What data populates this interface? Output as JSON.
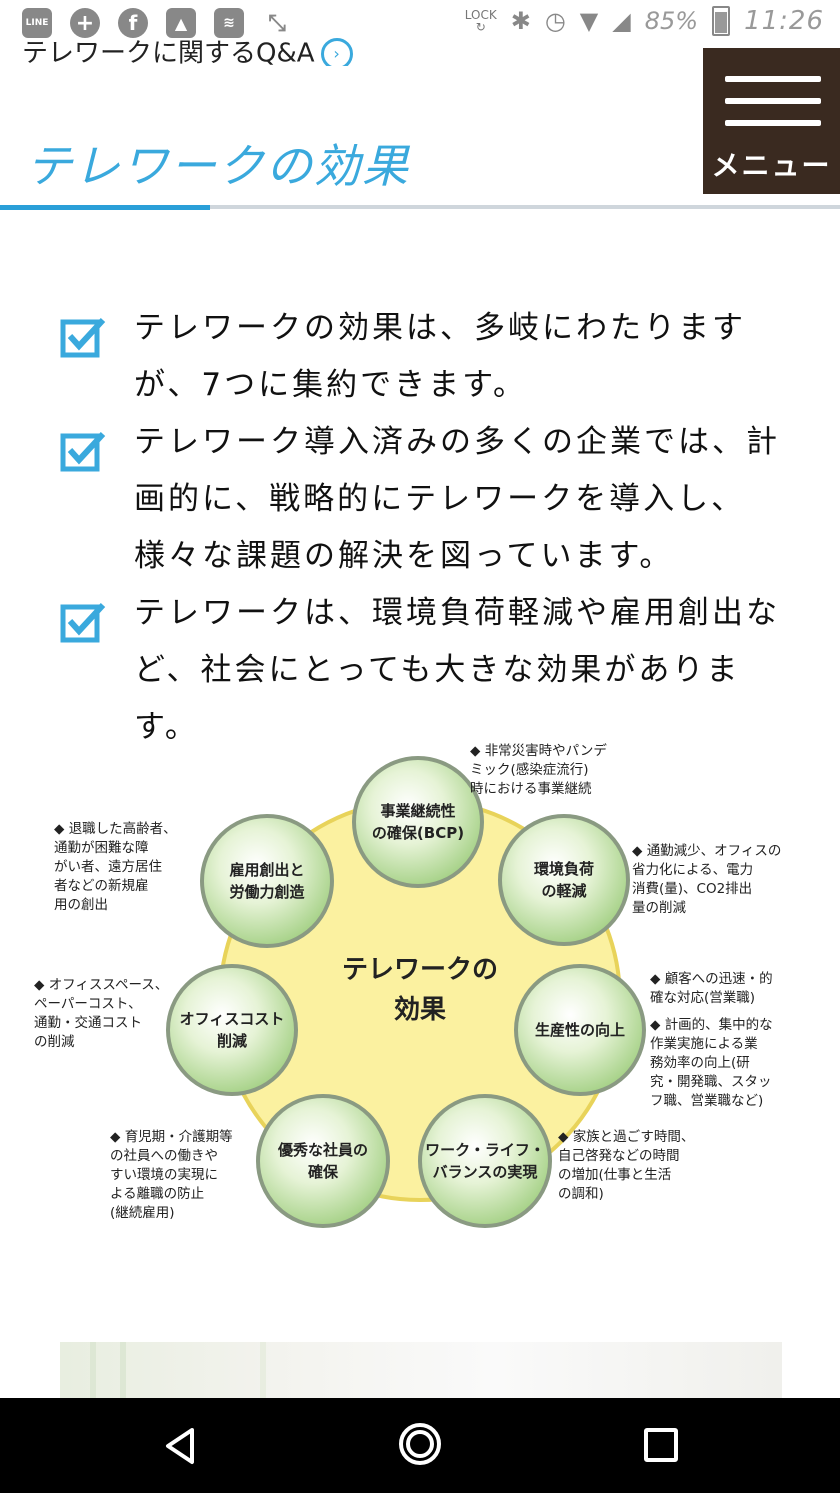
{
  "status_bar": {
    "lock_label": "LOCK",
    "battery_percent": "85%",
    "time": "11:26",
    "left_icons": [
      "line-icon",
      "add-icon",
      "facebook-icon",
      "image-icon",
      "router-icon",
      "shrink-icon"
    ]
  },
  "header": {
    "prev_link_text": "テレワークに関するQ&A",
    "menu_label": "メニュー",
    "section_title": "テレワークの効果"
  },
  "bullets": [
    "テレワークの効果は、多岐にわたりますが、7つに集約できます。",
    "テレワーク導入済みの多くの企業では、計画的に、戦略的にテレワークを導入し、様々な課題の解決を図っています。",
    "テレワークは、環境負荷軽減や雇用創出など、社会にとっても大きな効果があります。"
  ],
  "diagram": {
    "center": "テレワークの\n効果",
    "nodes": [
      {
        "id": "bcp",
        "label": "事業継続性\nの確保(BCP)"
      },
      {
        "id": "env",
        "label": "環境負荷\nの軽減"
      },
      {
        "id": "prod",
        "label": "生産性の向上"
      },
      {
        "id": "wlb",
        "label": "ワーク・ライフ・\nバランスの実現"
      },
      {
        "id": "talent",
        "label": "優秀な社員の\n確保"
      },
      {
        "id": "cost",
        "label": "オフィスコスト\n削減"
      },
      {
        "id": "jobs",
        "label": "雇用創出と\n労働力創造"
      }
    ],
    "notes": {
      "bcp": "非常災害時やパンデ\nミック(感染症流行)\n時における事業継続",
      "env": "通勤減少、オフィスの\n省力化による、電力\n消費(量)、CO2排出\n量の削減",
      "prod1": "顧客への迅速・的\n確な対応(営業職)",
      "prod2": "計画的、集中的な\n作業実施による業\n務効率の向上(研\n究・開発職、スタッ\nフ職、営業職など)",
      "wlb": "家族と過ごす時間、\n自己啓発などの時間\nの増加(仕事と生活\nの調和)",
      "talent": "育児期・介護期等\nの社員への働きや\nすい環境の実現に\nよる離職の防止\n(継続雇用)",
      "cost": "オフィススペース、\nペーパーコスト、\n通勤・交通コスト\nの削減",
      "jobs": "退職した高齢者、\n通勤が困難な障\nがい者、遠方居住\n者などの新規雇\n用の創出"
    }
  }
}
